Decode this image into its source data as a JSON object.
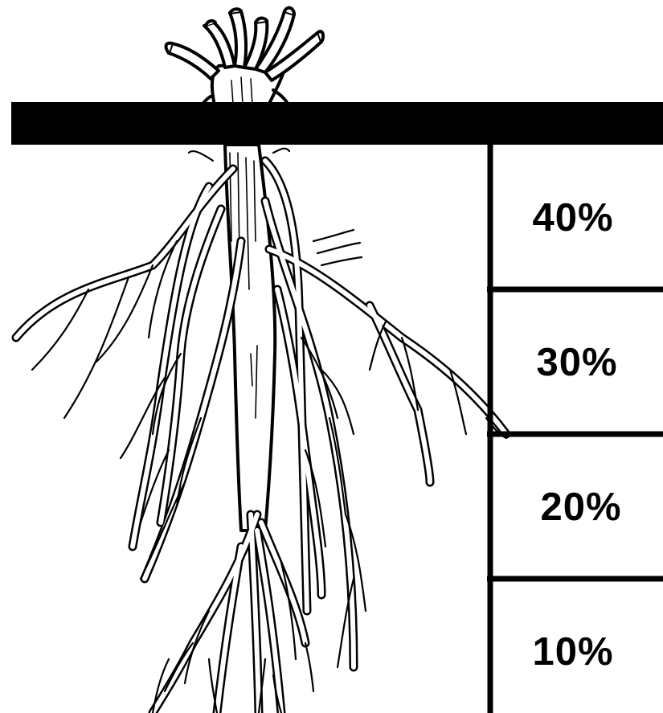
{
  "zones": [
    {
      "label": "40%"
    },
    {
      "label": "30%"
    },
    {
      "label": "20%"
    },
    {
      "label": "10%"
    }
  ],
  "colors": {
    "ink": "#000000",
    "paper": "#ffffff"
  }
}
